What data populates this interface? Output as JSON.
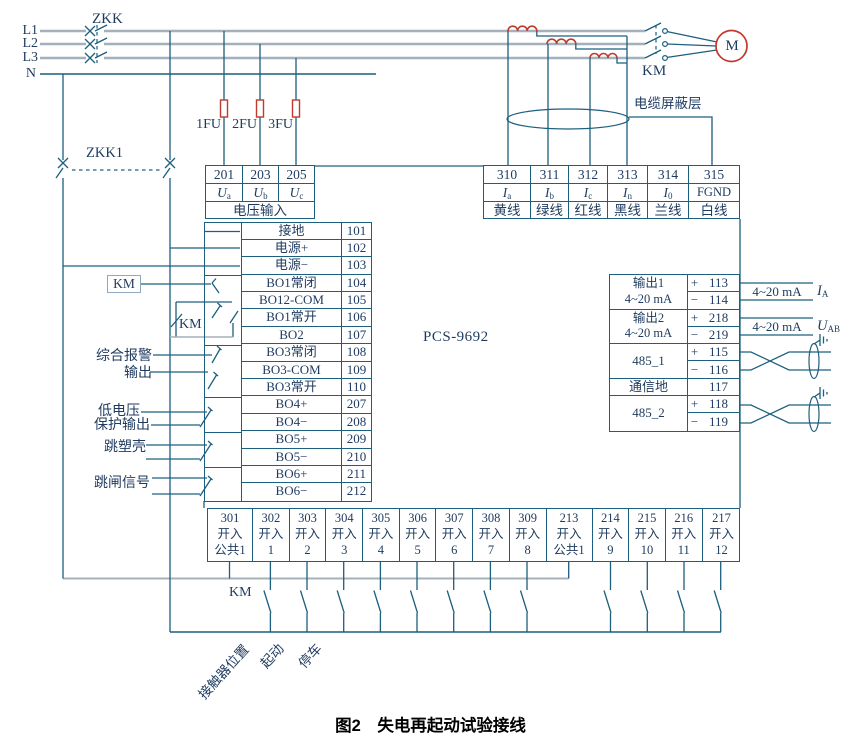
{
  "lines": {
    "l1": "L1",
    "l2": "L2",
    "l3": "L3",
    "n": "N"
  },
  "switches": {
    "zkk": "ZKK",
    "zkk1": "ZKK1",
    "km_top": "KM"
  },
  "fuses": {
    "f1": "1FU",
    "f2": "2FU",
    "f3": "3FU"
  },
  "motor_label": "M",
  "shield_label": "电缆屏蔽层",
  "device_label": "PCS-9692",
  "voltage_block": {
    "terminals": [
      "201",
      "203",
      "205"
    ],
    "sig_base": [
      "U",
      "U",
      "U"
    ],
    "sig_sub": [
      "a",
      "b",
      "c"
    ],
    "caption": "电压输入"
  },
  "current_block": {
    "terminals": [
      "310",
      "311",
      "312",
      "313",
      "314",
      "315"
    ],
    "sig_base": [
      "I",
      "I",
      "I",
      "I",
      "I"
    ],
    "sig_sub": [
      "a",
      "b",
      "c",
      "n",
      "0"
    ],
    "fgnd": "FGND",
    "colors": [
      "黄线",
      "绿线",
      "红线",
      "黑线",
      "兰线",
      "白线"
    ]
  },
  "io_rows": [
    {
      "label": "接地",
      "num": "101"
    },
    {
      "label": "电源+",
      "num": "102"
    },
    {
      "label": "电源−",
      "num": "103"
    },
    {
      "label": "BO1常闭",
      "num": "104"
    },
    {
      "label": "BO12-COM",
      "num": "105"
    },
    {
      "label": "BO1常开",
      "num": "106"
    },
    {
      "label": "BO2",
      "num": "107"
    },
    {
      "label": "BO3常闭",
      "num": "108"
    },
    {
      "label": "BO3-COM",
      "num": "109"
    },
    {
      "label": "BO3常开",
      "num": "110"
    },
    {
      "label": "BO4+",
      "num": "207"
    },
    {
      "label": "BO4−",
      "num": "208"
    },
    {
      "label": "BO5+",
      "num": "209"
    },
    {
      "label": "BO5−",
      "num": "210"
    },
    {
      "label": "BO6+",
      "num": "211"
    },
    {
      "label": "BO6−",
      "num": "212"
    }
  ],
  "left_labels": {
    "alarm1": "综合报警",
    "alarm2": "输出",
    "lv1": "低电压",
    "lv2": "保护输出",
    "molded": "跳塑壳",
    "trip": "跳闸信号",
    "km_box": "KM",
    "km_aux": "KM"
  },
  "right_block": {
    "groups": [
      {
        "line1": "输出1",
        "line2": "4~20 mA"
      },
      {
        "line1": "输出2",
        "line2": "4~20 mA"
      },
      {
        "line1": "485_1",
        "line2": ""
      },
      {
        "line1": "通信地",
        "line2": ""
      },
      {
        "line1": "485_2",
        "line2": ""
      }
    ],
    "rows": [
      {
        "sign": "+",
        "num": "113"
      },
      {
        "sign": "−",
        "num": "114"
      },
      {
        "sign": "+",
        "num": "218"
      },
      {
        "sign": "−",
        "num": "219"
      },
      {
        "sign": "+",
        "num": "115"
      },
      {
        "sign": "−",
        "num": "116"
      },
      {
        "sign": "",
        "num": "117"
      },
      {
        "sign": "+",
        "num": "118"
      },
      {
        "sign": "−",
        "num": "119"
      }
    ]
  },
  "annotations": {
    "out1_text": "4~20 mA",
    "out1_base": "I",
    "out1_sub": "A",
    "out2_text": "4~20 mA",
    "out2_base": "U",
    "out2_sub": "AB"
  },
  "bottom_block": {
    "cells": [
      {
        "num": "301",
        "mid": "开入",
        "idx": "公共1"
      },
      {
        "num": "302",
        "mid": "开入",
        "idx": "1"
      },
      {
        "num": "303",
        "mid": "开入",
        "idx": "2"
      },
      {
        "num": "304",
        "mid": "开入",
        "idx": "3"
      },
      {
        "num": "305",
        "mid": "开入",
        "idx": "4"
      },
      {
        "num": "306",
        "mid": "开入",
        "idx": "5"
      },
      {
        "num": "307",
        "mid": "开入",
        "idx": "6"
      },
      {
        "num": "308",
        "mid": "开入",
        "idx": "7"
      },
      {
        "num": "309",
        "mid": "开入",
        "idx": "8"
      },
      {
        "num": "213",
        "mid": "开入",
        "idx": "公共1"
      },
      {
        "num": "214",
        "mid": "开入",
        "idx": "9"
      },
      {
        "num": "215",
        "mid": "开入",
        "idx": "10"
      },
      {
        "num": "216",
        "mid": "开入",
        "idx": "11"
      },
      {
        "num": "217",
        "mid": "开入",
        "idx": "12"
      }
    ]
  },
  "bottom_labels": {
    "km": "KM",
    "pos": "接触器位置",
    "start": "起动",
    "stop": "停车"
  },
  "caption": "图2　失电再起动试验接线",
  "colors": {
    "wire": "#1C5F7E",
    "phase": "#A4B0BA",
    "red": "#C0392B",
    "text": "#1E3A5F"
  }
}
